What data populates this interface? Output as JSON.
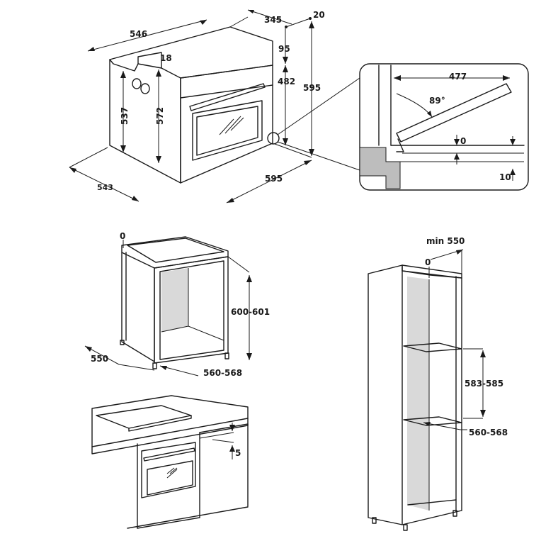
{
  "oven_dimensions": {
    "width_546": "546",
    "depth_345": "345",
    "offset_20": "20",
    "top_18": "18",
    "door_95": "95",
    "cavity_482": "482",
    "height_595_right": "595",
    "side_537": "537",
    "body_572": "572",
    "depth_543": "543",
    "width_595_bottom": "595"
  },
  "door_detail": {
    "depth_477": "477",
    "angle_89": "89°",
    "gap_0": "0",
    "gap_10": "10"
  },
  "cabinet_under_counter": {
    "top_0": "0",
    "height": "600-601",
    "depth": "550",
    "width": "560-568"
  },
  "worktop": {
    "gap": "5"
  },
  "tall_column": {
    "depth_min": "min 550",
    "top_0": "0",
    "height": "583-585",
    "width": "560-568"
  }
}
